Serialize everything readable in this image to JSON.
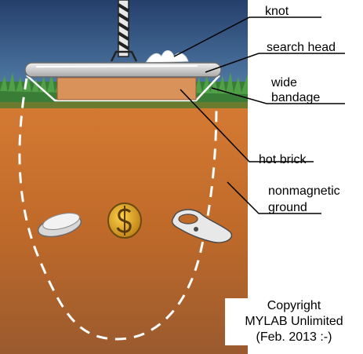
{
  "labels": {
    "knot": "knot",
    "search_head": "search head",
    "wide_bandage_line1": "wide",
    "wide_bandage_line2": "bandage",
    "hot_brick": "hot brick",
    "ground_line1": "nonmagnetic",
    "ground_line2": "ground"
  },
  "copyright": {
    "line1": "Copyright",
    "line2": "MYLAB Unlimited",
    "line3": "(Feb. 2013 :-)"
  },
  "colors": {
    "sky_top": "#2a4f7a",
    "grass": "#3d8a3a",
    "soil": "#c26e2e",
    "soil_dark": "#a85a24",
    "brick": "#d9935a",
    "search_head": "#c8c8c8",
    "bandage_path": "#ffffff"
  },
  "icons": [
    "coin-icon",
    "bottle-cap-icon",
    "pull-tab-icon"
  ]
}
